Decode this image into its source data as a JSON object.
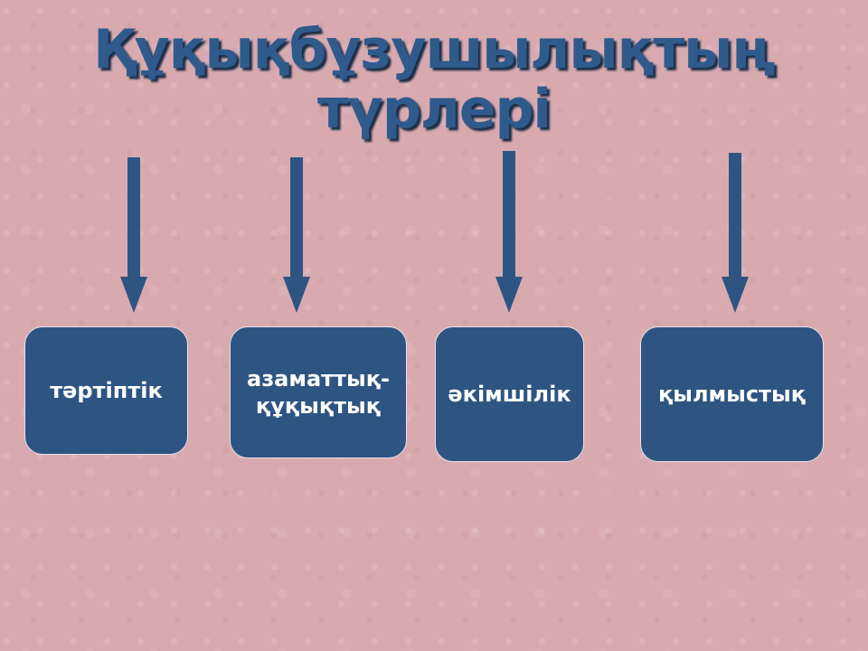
{
  "title": {
    "line1": "Құқықбұзушылықтың",
    "line2": "түрлері"
  },
  "colors": {
    "background": "#d8aab0",
    "title": "#2f5a8c",
    "box": "#2e5582",
    "arrow": "#2e5582"
  },
  "types": [
    {
      "label": "тәртіптік"
    },
    {
      "label_line1": "азаматтық-",
      "label_line2": "құқықтық"
    },
    {
      "label": "әкімшілік"
    },
    {
      "label": "қылмыстық"
    }
  ]
}
